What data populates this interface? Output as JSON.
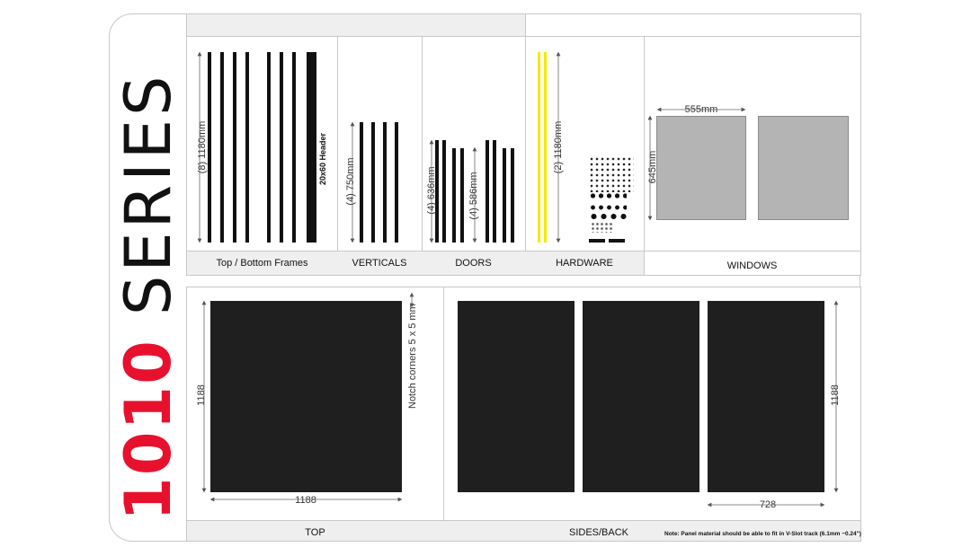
{
  "brand": {
    "number": "1010",
    "word": "SERIES",
    "number_color": "#e8112d",
    "word_color": "#111111"
  },
  "sections": {
    "frames_label": "Top / Bottom Frames",
    "verticals_label": "VERTICALS",
    "doors_label": "DOORS",
    "hardware_label": "HARDWARE",
    "windows_label": "WINDOWS",
    "top_label": "TOP",
    "sides_label": "SIDES/BACK"
  },
  "dimensions": {
    "frames": "(8) 1180mm",
    "header": "20x60 Header",
    "verticals": "(4) 750mm",
    "doors_a": "(4) 636mm",
    "doors_b": "(4) 586mm",
    "hardware": "(2) 1180mm",
    "window_w": "555mm",
    "window_h": "645mm",
    "top_w": "1188",
    "top_h": "1188",
    "notch": "Notch corners 5 x 5 mm",
    "side_w": "728",
    "side_h": "1188"
  },
  "note": "Note: Panel material should be able to fit in V-Slot track (6.1mm ~0.24\")",
  "colors": {
    "accent_yellow": "#f4ea00",
    "panel_dark": "#1f1f1f",
    "window_gray": "#b4b4b4"
  }
}
